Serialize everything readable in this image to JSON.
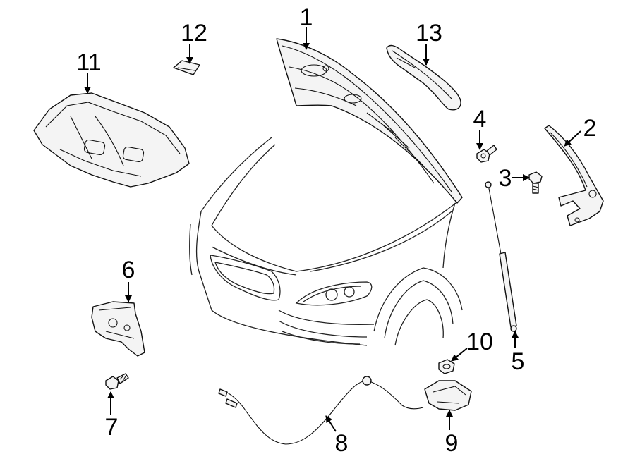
{
  "diagram": {
    "callouts": [
      "1",
      "2",
      "3",
      "4",
      "5",
      "6",
      "7",
      "8",
      "9",
      "10",
      "11",
      "12",
      "13"
    ],
    "parts": {
      "hood_panel": "1",
      "hinge": "2",
      "hinge_bolt": "3",
      "bolt_upper": "4",
      "support_strut": "5",
      "latch": "6",
      "latch_bolt": "7",
      "release_cable": "8",
      "release_handle": "9",
      "nut": "10",
      "insulator": "11",
      "clip": "12",
      "seal": "13"
    },
    "colors": {
      "line": "#111111",
      "fill": "#f4f4f4",
      "background": "#ffffff"
    }
  }
}
